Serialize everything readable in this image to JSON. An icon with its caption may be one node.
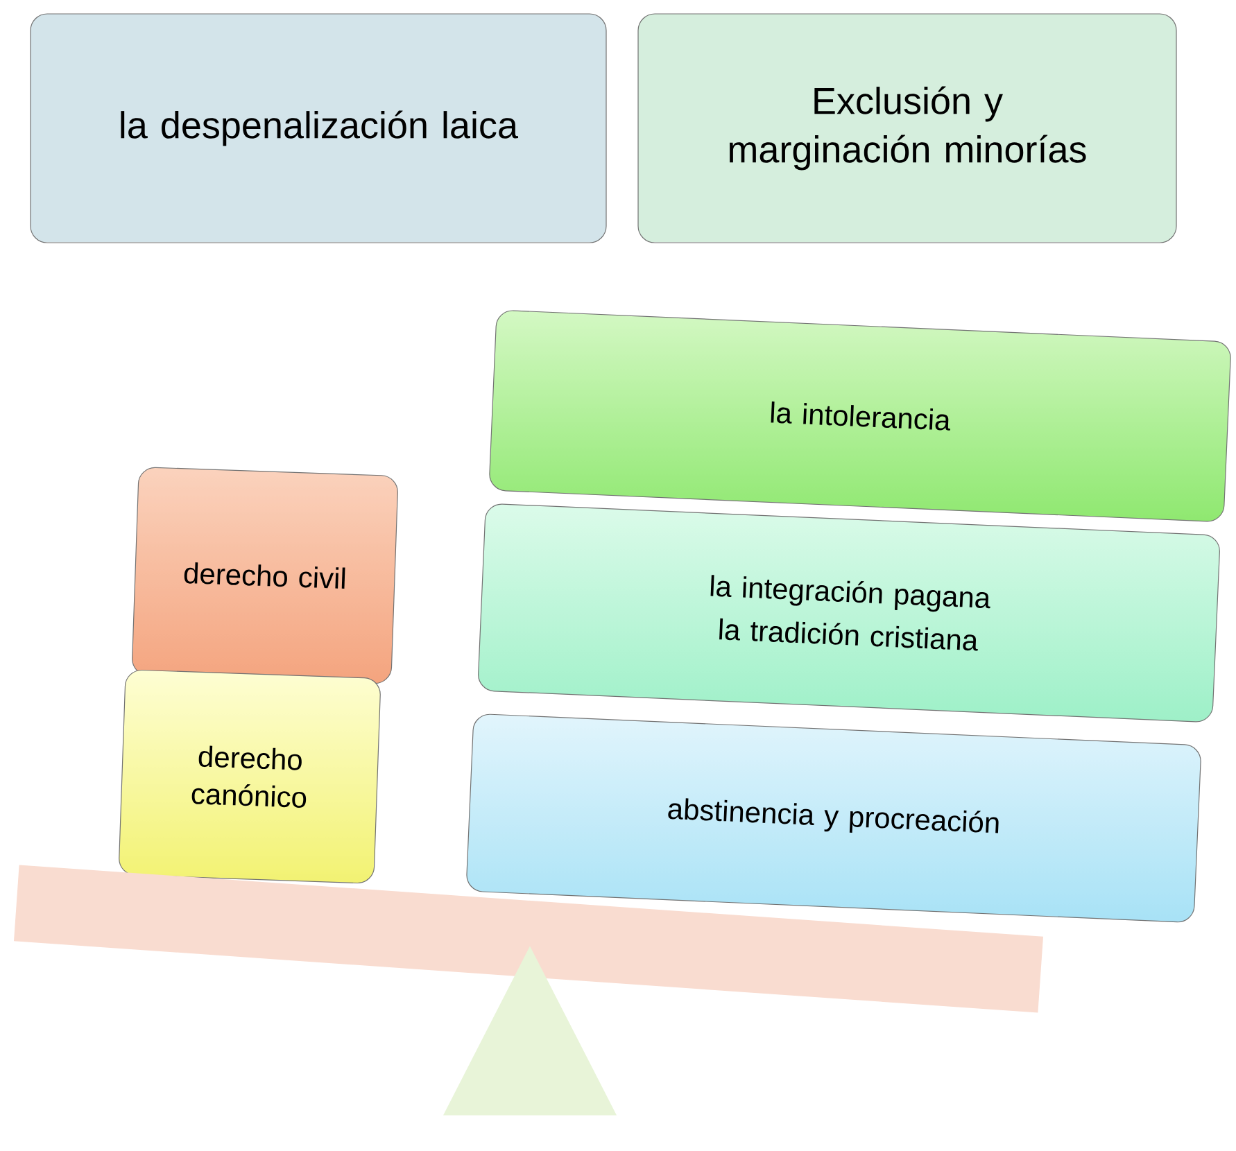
{
  "diagram": {
    "nodes": [
      {
        "text": [
          "la despenalización laica"
        ]
      },
      {
        "text": [
          "Exclusión y marginación minorías"
        ]
      },
      {
        "text": [
          "derecho civil"
        ]
      },
      {
        "text": [
          "derecho canónico"
        ]
      },
      {
        "text": [
          "la intolerancia"
        ]
      },
      {
        "text": [
          "la integración pagana",
          "la tradición cristiana"
        ]
      },
      {
        "text": [
          "abstinencia y procreación"
        ]
      },
      {
        "text": [],
        "shape": "bar"
      },
      {
        "text": [],
        "shape": "triangle"
      }
    ]
  }
}
